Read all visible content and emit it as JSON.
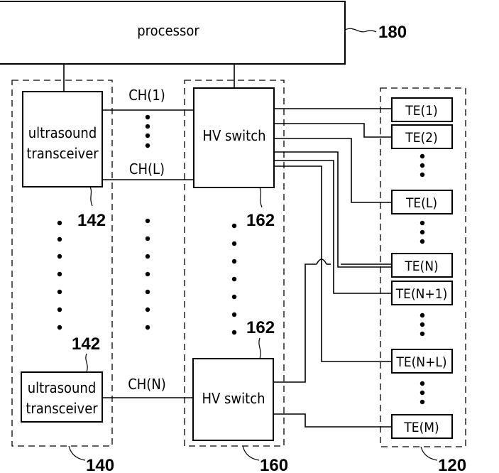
{
  "processor": {
    "label": "processor",
    "ref": "180"
  },
  "transceiver_group": {
    "ref": "140",
    "item_ref": "142",
    "top_label_line1": "ultrasound",
    "top_label_line2": "transceiver",
    "bottom_label_line1": "ultrasound",
    "bottom_label_line2": "transceiver"
  },
  "switch_group": {
    "ref": "160",
    "item_ref": "162",
    "top_label": "HV switch",
    "bottom_label": "HV switch"
  },
  "channels": {
    "first": "CH(1)",
    "last": "CH(L)",
    "bottom": "CH(N)"
  },
  "element_group": {
    "ref": "120",
    "elements": [
      "TE(1)",
      "TE(2)",
      "TE(L)",
      "TE(N)",
      "TE(N+1)",
      "TE(N+L)",
      "TE(M)"
    ]
  }
}
